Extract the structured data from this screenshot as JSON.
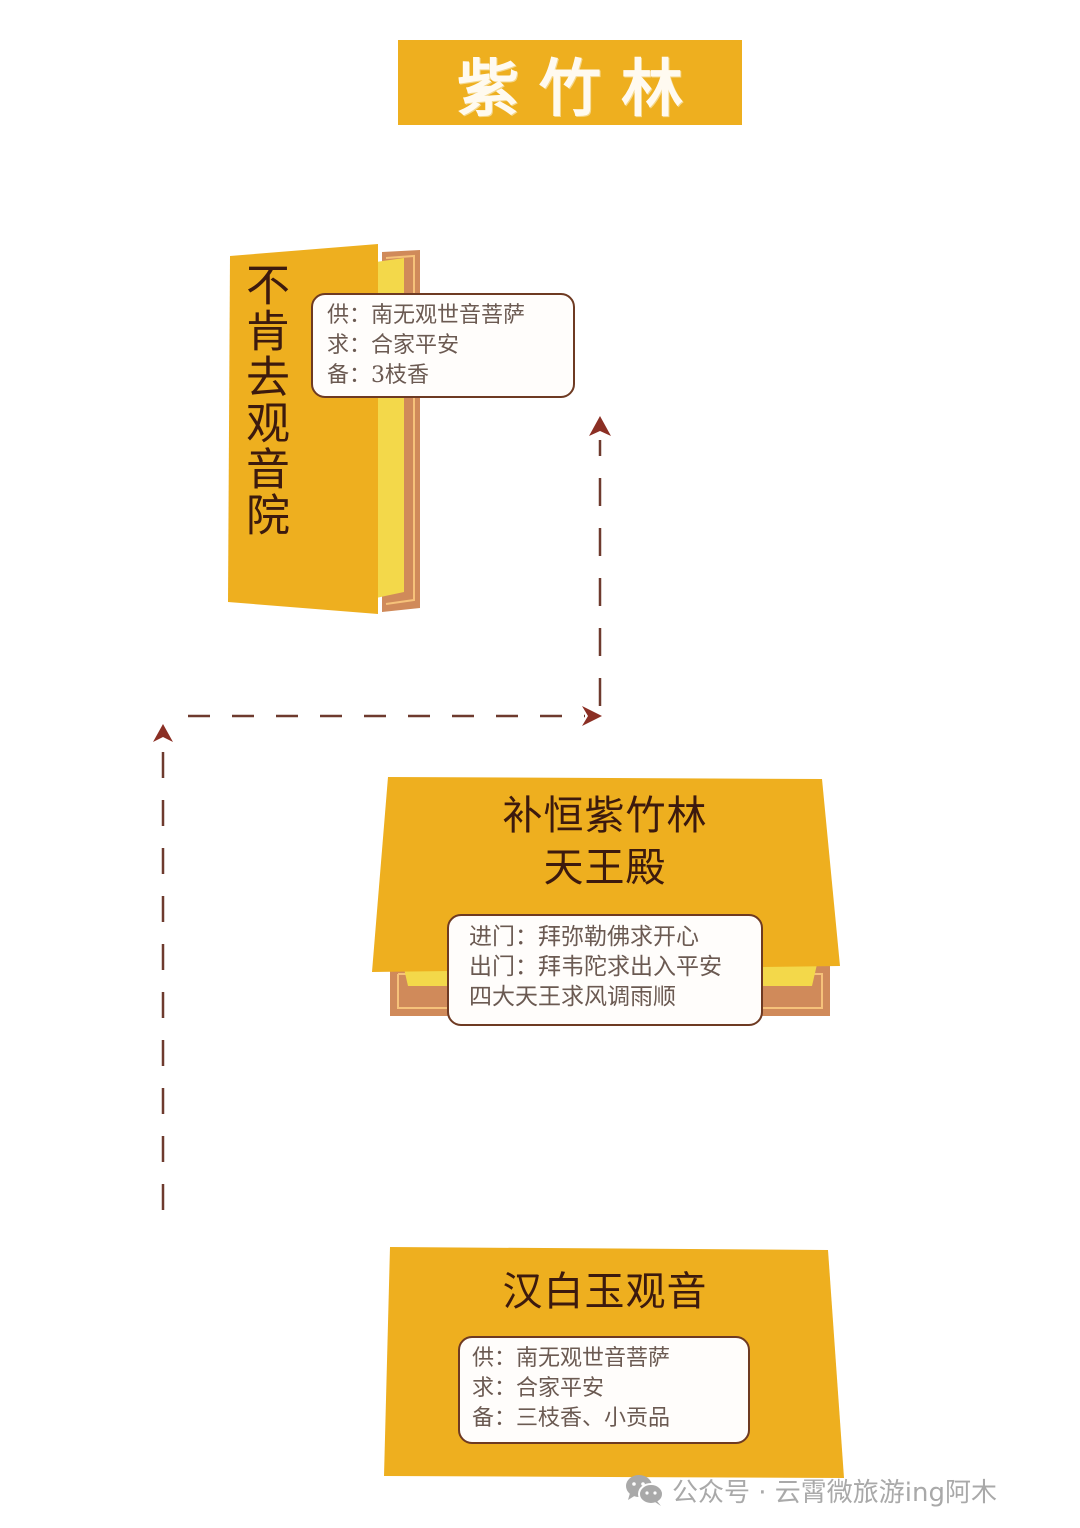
{
  "title": {
    "text": "紫竹林"
  },
  "colors": {
    "card_gold": "#eeaf1f",
    "page_inner_yellow": "#f3d84a",
    "cover_brown": "#d08a5a",
    "arrow_red": "#8b2f24",
    "dash_brown": "#6e3a2e",
    "box_border": "#6e3a22",
    "title_text_dark": "#3c1a0e",
    "watermark_gray": "#a9a9a9"
  },
  "nodes": [
    {
      "name": "不肯去观音院",
      "label_vertical": "不肯去观音院",
      "info": [
        {
          "key": "供：",
          "value": "南无观世音菩萨"
        },
        {
          "key": "求：",
          "value": "合家平安"
        },
        {
          "key": "备：",
          "value": "3枝香"
        }
      ]
    },
    {
      "name": "补恒紫竹林天王殿",
      "title_line1": "补恒紫竹林",
      "title_line2": "天王殿",
      "info": [
        {
          "key": "进门：",
          "value": "拜弥勒佛求开心"
        },
        {
          "key": "出门：",
          "value": "拜韦陀求出入平安"
        },
        {
          "key": "",
          "value": "四大天王求风调雨顺"
        }
      ]
    },
    {
      "name": "汉白玉观音",
      "title_line1": "汉白玉观音",
      "info": [
        {
          "key": "供：",
          "value": "南无观世音菩萨"
        },
        {
          "key": "求：",
          "value": "合家平安"
        },
        {
          "key": "备：",
          "value": "三枝香、小贡品"
        }
      ]
    }
  ],
  "route": {
    "style": "dashed arrows",
    "order": [
      "汉白玉观音",
      "补恒紫竹林天王殿",
      "不肯去观音院"
    ]
  },
  "watermark": {
    "icon": "wechat-icon",
    "text": "公众号 · 云霄微旅游ing阿木"
  }
}
